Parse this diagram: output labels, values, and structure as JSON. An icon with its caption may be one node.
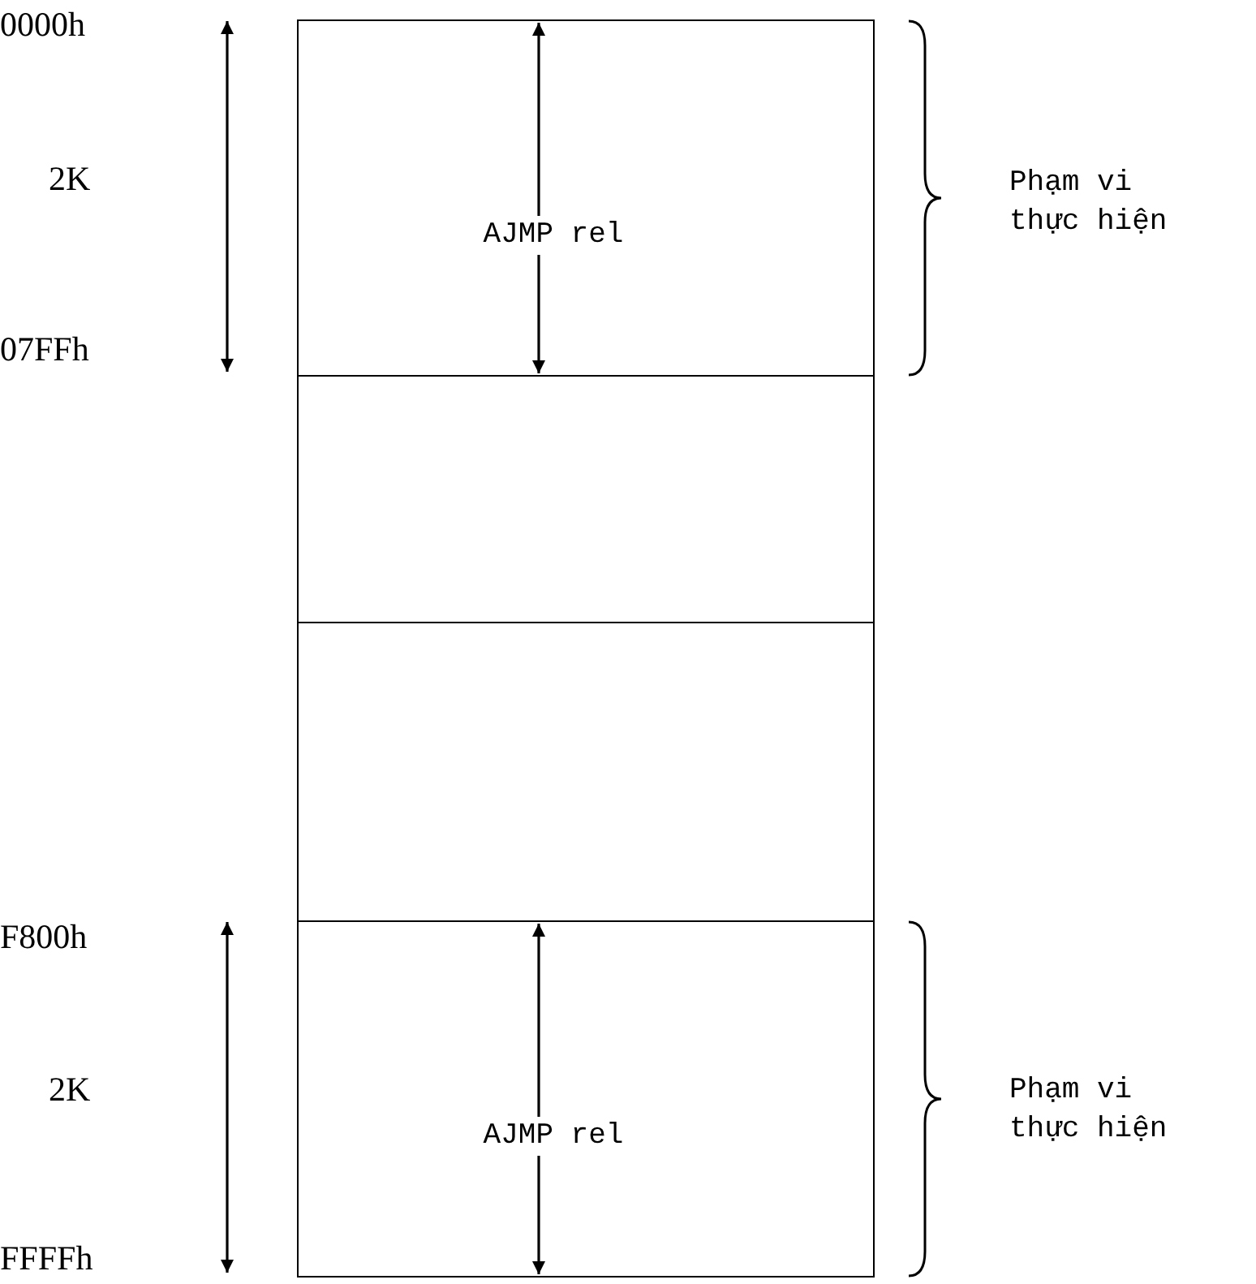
{
  "diagram": {
    "nodes": [
      {
        "text": [
          "AJMP rel"
        ]
      },
      {
        "text": [],
        "shape": "box"
      },
      {
        "text": [],
        "shape": "box"
      },
      {
        "text": [
          "AJMP rel"
        ]
      }
    ],
    "labels": [
      "0000h",
      "2K",
      "Phạm vi thực hiện",
      "07FFh",
      "F800h",
      "2K",
      "Phạm vi thực hiện",
      "FFFFh"
    ]
  }
}
